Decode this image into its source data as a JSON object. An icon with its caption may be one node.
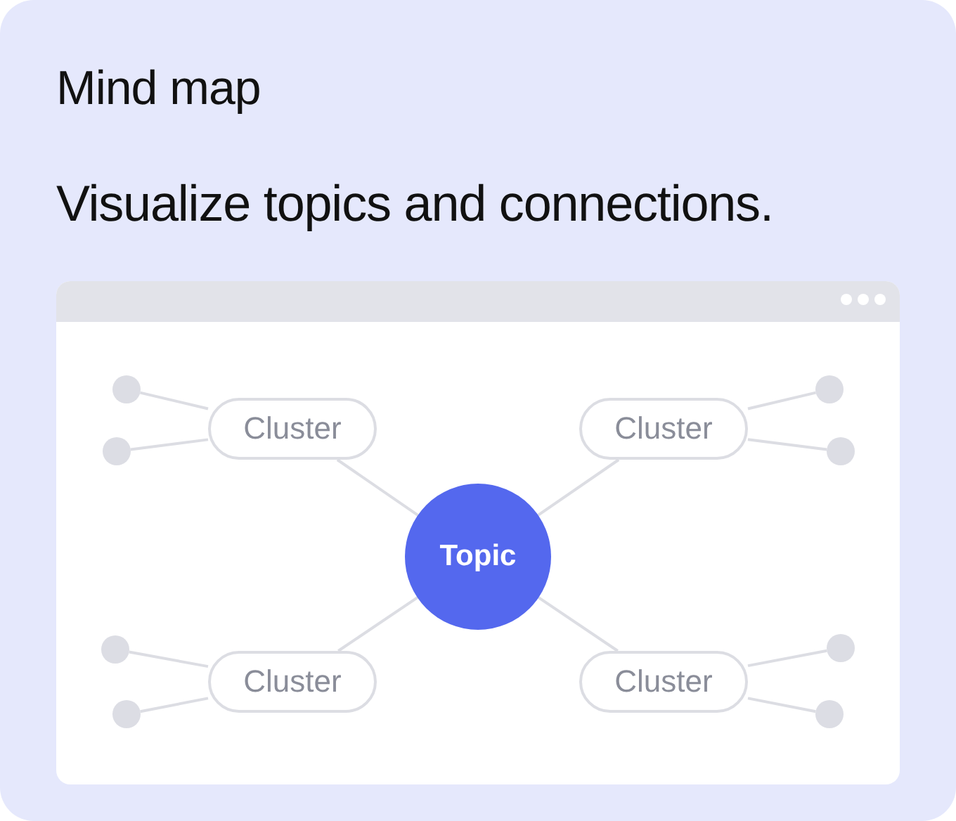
{
  "diagram": {
    "title": "Mind map",
    "caption": "Visualize topics and connections.",
    "nodes": [
      {
        "text": [
          "Cluster"
        ]
      },
      {
        "text": [
          "Cluster"
        ]
      },
      {
        "text": [
          "Topic"
        ]
      },
      {
        "text": [
          "Cluster"
        ]
      },
      {
        "text": [
          "Cluster"
        ]
      },
      {
        "text": [],
        "shape": "circle"
      },
      {
        "text": [],
        "shape": "circle"
      },
      {
        "text": [],
        "shape": "circle"
      },
      {
        "text": [],
        "shape": "circle"
      },
      {
        "text": [],
        "shape": "circle"
      },
      {
        "text": [],
        "shape": "circle"
      },
      {
        "text": [],
        "shape": "circle"
      },
      {
        "text": [],
        "shape": "circle"
      }
    ],
    "edges": [
      {
        "from": 2,
        "to": 0,
        "arrow": "none"
      },
      {
        "from": 2,
        "to": 1,
        "arrow": "none"
      },
      {
        "from": 2,
        "to": 3,
        "arrow": "none"
      },
      {
        "from": 2,
        "to": 4,
        "arrow": "none"
      },
      {
        "from": 0,
        "to": 5,
        "arrow": "none"
      },
      {
        "from": 0,
        "to": 6,
        "arrow": "none"
      },
      {
        "from": 1,
        "to": 7,
        "arrow": "none"
      },
      {
        "from": 1,
        "to": 8,
        "arrow": "none"
      },
      {
        "from": 3,
        "to": 9,
        "arrow": "none"
      },
      {
        "from": 3,
        "to": 10,
        "arrow": "none"
      },
      {
        "from": 4,
        "to": 11,
        "arrow": "none"
      },
      {
        "from": 4,
        "to": 12,
        "arrow": "none"
      }
    ]
  }
}
